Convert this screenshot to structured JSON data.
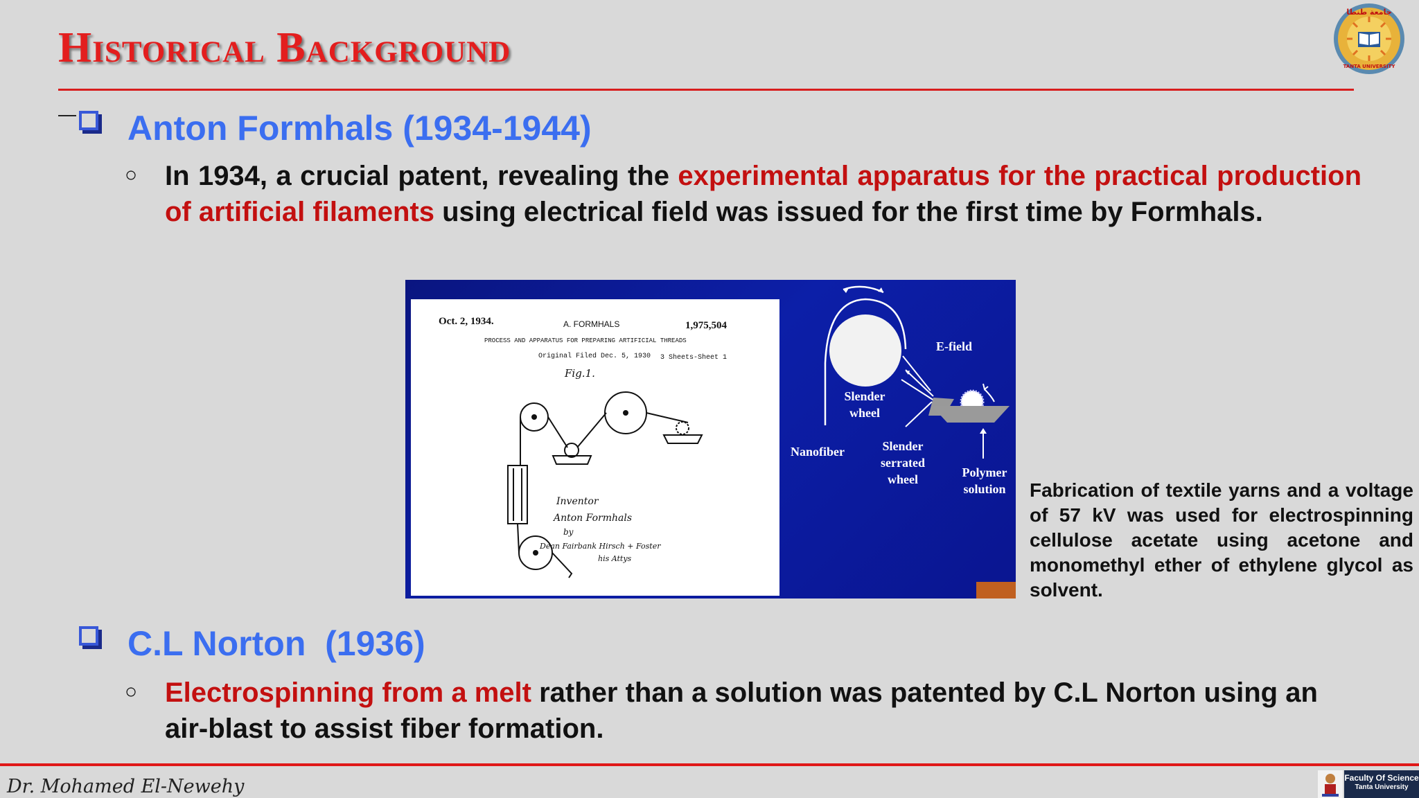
{
  "slide": {
    "title": "Historical Background"
  },
  "section1": {
    "heading": "Anton Formhals (1934-1944)",
    "bullet_symbol": "○",
    "text_part1": "In 1934, a crucial patent, revealing the ",
    "text_highlight": "experimental apparatus for the practical production of artificial filaments",
    "text_part2": " using electrical field was issued for the first time by Formhals."
  },
  "figure": {
    "patent": {
      "date": "Oct. 2, 1934.",
      "inventor": "A. FORMHALS",
      "number": "1,975,504",
      "title": "PROCESS AND APPARATUS FOR PREPARING ARTIFICIAL THREADS",
      "filed": "Original Filed Dec. 5, 1930",
      "sheets": "3 Sheets-Sheet 1",
      "fig_label": "Fig.1.",
      "sig_line1": "Inventor",
      "sig_line2": "Anton Formhals",
      "sig_line3": "by",
      "sig_line4": "Dean Fairbank Hirsch + Foster",
      "sig_line5": "his Attys"
    },
    "diagram_labels": {
      "efield": "E-field",
      "slender_wheel_1": "Slender",
      "slender_wheel_2": "wheel",
      "nanofiber": "Nanofiber",
      "serrated_1": "Slender",
      "serrated_2": "serrated",
      "serrated_3": "wheel",
      "polymer_1": "Polymer",
      "polymer_2": "solution"
    },
    "caption": "Fabrication of textile yarns and a voltage of 57 kV was used for electrospinning cellulose acetate using acetone and monomethyl ether of ethylene glycol as solvent."
  },
  "section2": {
    "heading": "C.L Norton  (1936)",
    "bullet_symbol": "○",
    "text_highlight": "Electrospinning from a melt",
    "text_rest": " rather than a solution was patented by C.L Norton using an air-blast to assist fiber formation."
  },
  "footer": {
    "author": "Dr. Mohamed El-Newehy",
    "faculty_line1": "Faculty Of Science",
    "faculty_line2": "Tanta University"
  },
  "logo": {
    "icon": "tanta-university-seal-icon",
    "arabic_text": "جامعة طنطا",
    "english_text": "TANTA UNIVERSITY"
  },
  "colors": {
    "title": "#e31e1e",
    "heading": "#3b6ef0",
    "highlight": "#c31010",
    "figure_bg": "#0c1fa8"
  }
}
